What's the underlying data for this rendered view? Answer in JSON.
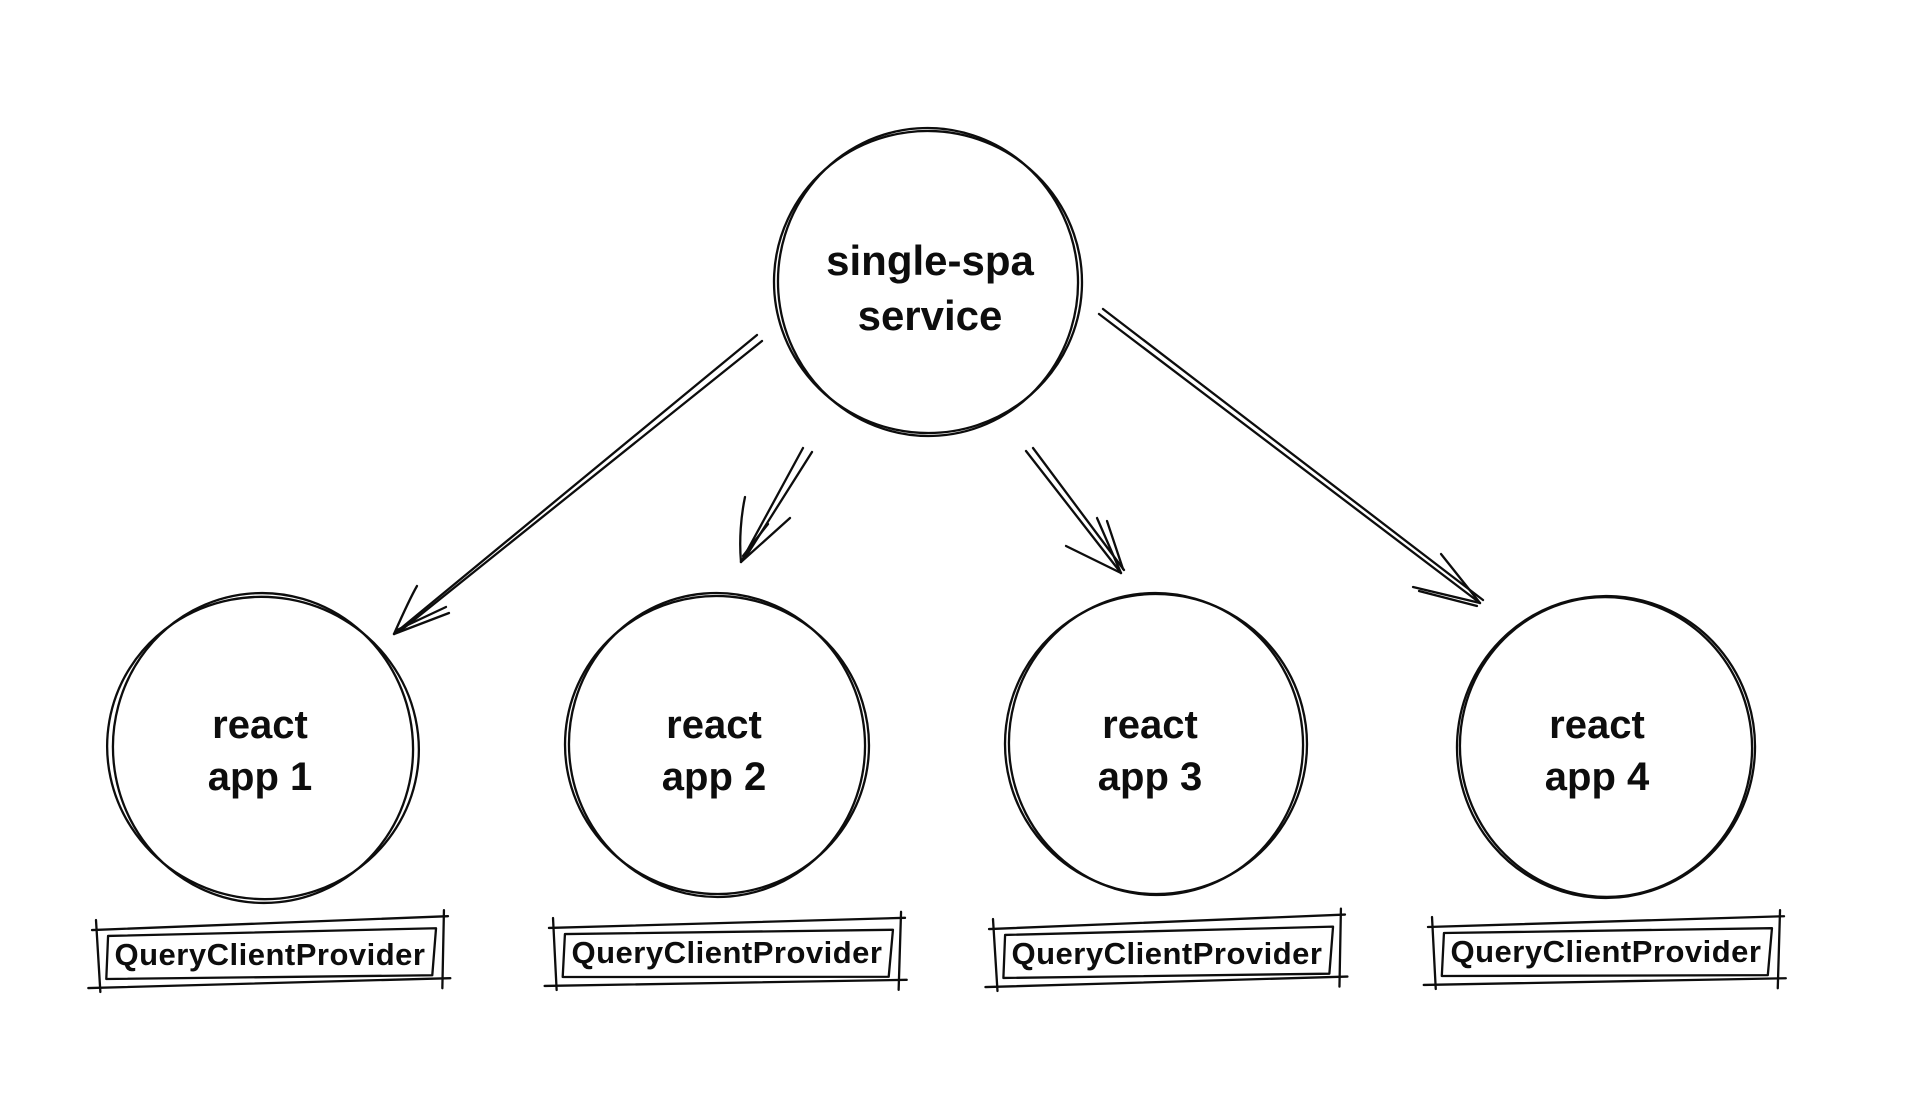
{
  "diagram": {
    "background_color": "#ffffff",
    "ink_color": "#0d0d0d",
    "root": {
      "id": "single-spa-service",
      "line1": "single-spa",
      "line2": "service"
    },
    "apps": [
      {
        "id": "react-app-1",
        "line1": "react",
        "line2": "app 1",
        "provider": "QueryClientProvider"
      },
      {
        "id": "react-app-2",
        "line1": "react",
        "line2": "app 2",
        "provider": "QueryClientProvider"
      },
      {
        "id": "react-app-3",
        "line1": "react",
        "line2": "app 3",
        "provider": "QueryClientProvider"
      },
      {
        "id": "react-app-4",
        "line1": "react",
        "line2": "app 4",
        "provider": "QueryClientProvider"
      }
    ],
    "edges": [
      {
        "from": "single-spa service",
        "to": "react app 1"
      },
      {
        "from": "single-spa service",
        "to": "react app 2"
      },
      {
        "from": "single-spa service",
        "to": "react app 3"
      },
      {
        "from": "single-spa service",
        "to": "react app 4"
      }
    ]
  }
}
